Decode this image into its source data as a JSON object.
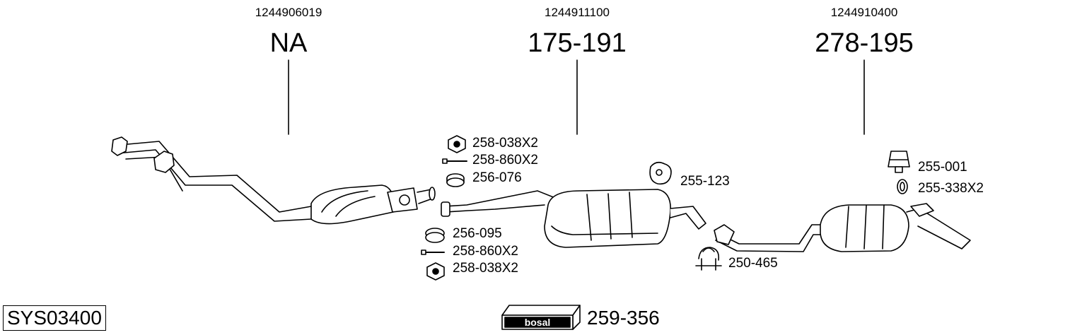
{
  "sections": [
    {
      "oem": "1244906019",
      "part": "NA"
    },
    {
      "oem": "1244911100",
      "part": "175-191"
    },
    {
      "oem": "1244910400",
      "part": "278-195"
    }
  ],
  "labels": {
    "nut_top": "258-038X2",
    "bolt_top": "258-860X2",
    "gasket_top": "256-076",
    "gasket_bottom": "256-095",
    "bolt_bottom": "258-860X2",
    "nut_bottom": "258-038X2",
    "hanger_mid": "255-123",
    "clamp": "250-465",
    "mount": "255-001",
    "ring": "255-338X2"
  },
  "system_id": "SYS03400",
  "kit_part": "259-356",
  "logo_text": "bosal",
  "colors": {
    "line": "#000000",
    "fill": "#ffffff"
  }
}
